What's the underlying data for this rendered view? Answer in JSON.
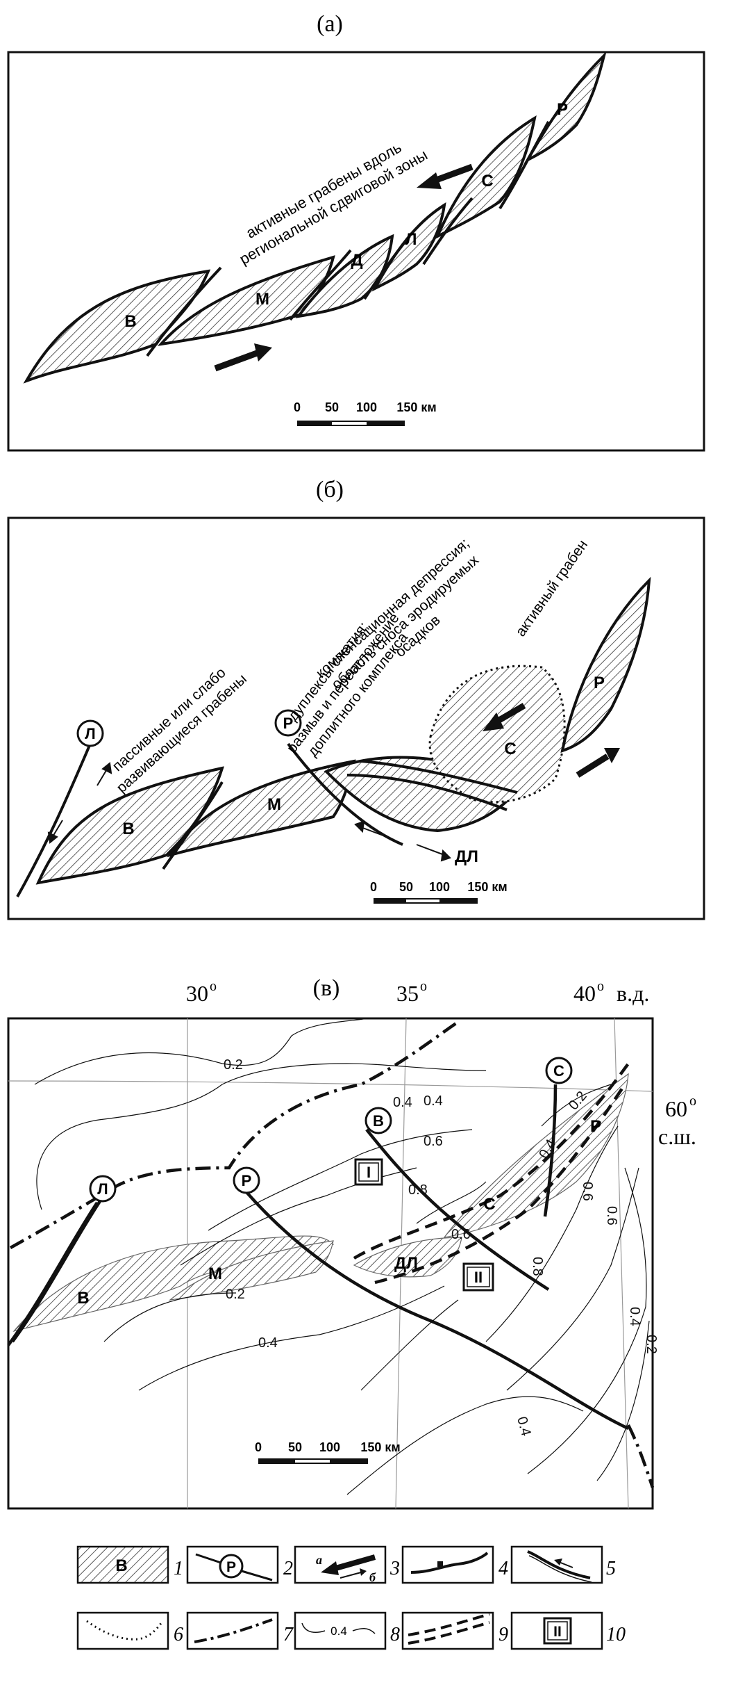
{
  "panel_a": {
    "label": "(а)",
    "annotation_line1": "активные грабены вдоль",
    "annotation_line2": "региональной сдвиговой зоны",
    "basins": [
      "В",
      "М",
      "Д",
      "Л",
      "С",
      "Р"
    ],
    "scale_ticks": [
      "0",
      "50",
      "100",
      "150 км"
    ]
  },
  "panel_b": {
    "label": "(б)",
    "passive_line1": "пассивные или слабо",
    "passive_line2": "развивающиеся грабены",
    "duplex_line1": "дуплексы сжатия;",
    "duplex_line2": "размыв и переотложение",
    "duplex_line3": "доплитного комплекса",
    "comp_line1": "компенсационная депрессия;",
    "comp_line2": "область сноса эродируемых",
    "comp_line3": "осадков",
    "active_graben": "активный грабен",
    "basins": [
      "В",
      "М",
      "ДЛ",
      "С",
      "Р"
    ],
    "fault_markers": [
      "Л",
      "Р"
    ],
    "scale_ticks": [
      "0",
      "50",
      "100",
      "150 км"
    ]
  },
  "panel_v": {
    "label": "(в)",
    "lon_30": "30",
    "lon_35": "35",
    "lon_40": "40",
    "deg": "o",
    "lon_suffix": "в.д.",
    "lat_60": "60",
    "lat_suffix": "с.ш.",
    "basins": [
      "В",
      "М",
      "ДЛ",
      "С",
      "Р"
    ],
    "fault_markers": [
      "Л",
      "Р",
      "В",
      "С"
    ],
    "zones": [
      "I",
      "II"
    ],
    "isolines": [
      "0.2",
      "0.4",
      "0.6",
      "0.8",
      "0.2",
      "0.4",
      "0.6",
      "0.8",
      "0.6",
      "0.4",
      "0.2",
      "0.6",
      "0.4",
      "0.4",
      "0.2",
      "0.4"
    ],
    "scale_ticks": [
      "0",
      "50",
      "100",
      "150 км"
    ]
  },
  "legend": {
    "items": [
      {
        "num": "1",
        "text": "В"
      },
      {
        "num": "2",
        "text": "Р"
      },
      {
        "num": "3",
        "a": "а",
        "b": "б"
      },
      {
        "num": "4"
      },
      {
        "num": "5"
      },
      {
        "num": "6"
      },
      {
        "num": "7"
      },
      {
        "num": "8",
        "text": "0.4"
      },
      {
        "num": "9"
      },
      {
        "num": "10",
        "text": "II"
      }
    ]
  },
  "colors": {
    "ink": "#111111",
    "hatch": "#333333",
    "grid": "#9a9a9a"
  }
}
